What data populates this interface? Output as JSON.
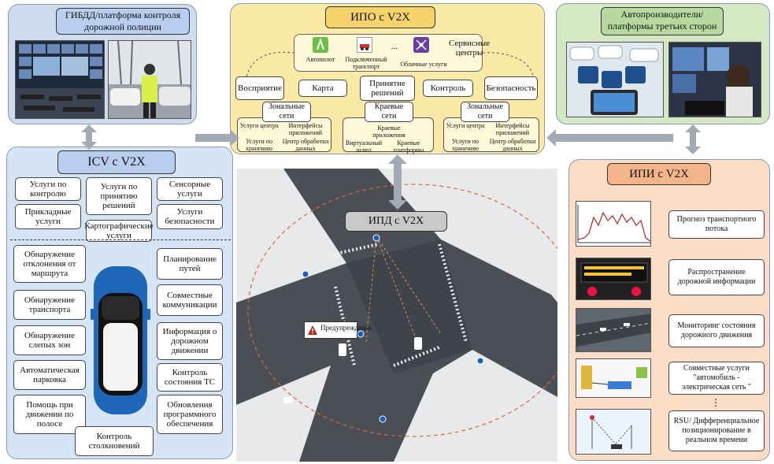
{
  "traffic_police": {
    "title": "ГИБДД/платформа контроля дорожной полиции"
  },
  "ipo": {
    "title": "ИПО с V2X",
    "service_centers": "Сервисные центры",
    "apps": [
      "Автопилот",
      "Подключенный транспорт",
      "...",
      "Облачные услуги"
    ],
    "layer": [
      "Восприятие",
      "Карта",
      "Принятие решений",
      "Контроль",
      "Безопасность"
    ],
    "zonal_left": {
      "title": "Зональные сети",
      "items": [
        "Услуги центра",
        "Интерфейсы приложений",
        "Услуги по хранению",
        "Центр обработки данных"
      ]
    },
    "edge": {
      "title": "Краевые сети",
      "items": [
        "Краевые приложения",
        "Виртуальный шлюз",
        "Краевые платформы"
      ]
    },
    "zonal_right": {
      "title": "Зональные сети",
      "items": [
        "Услуги центра",
        "Интерфейсы приложений",
        "Услуги по хранению",
        "Центр обработки данных"
      ]
    }
  },
  "oem": {
    "title": "Автопроизводители/платформы третьих сторон"
  },
  "icv": {
    "title": "ICV с V2X",
    "top": [
      "Услуги по контролю",
      "Услуги по принятию решений",
      "Сенсорные услуги",
      "Прикладные услуги",
      "Услуги безопасности",
      "Картографические услуги"
    ],
    "left": [
      "Обнаружение отклонения от маршрута",
      "Обнаружение транспорта",
      "Обнаружение слепых зон",
      "Автоматическая парковка",
      "Помощь при движении по полосе"
    ],
    "right": [
      "Планирование путей",
      "Совместные коммуникации",
      "Информация о дорожном движении",
      "Контроль состояния ТС",
      "Обновления программного обеспечения"
    ],
    "bottom": "Контроль столкновений"
  },
  "ipd": {
    "title": "ИПД с V2X",
    "warning": "Предупреждение"
  },
  "ipi": {
    "title": "ИПИ с V2X",
    "items": [
      "Прогноз транспортного потока",
      "Распространение дорожной информации",
      "Мониторинг состояния дорожного движения",
      "Совместные услуги \"автомобиль - электрическая сеть \"",
      "RSU/ Дифференциальное позиционирование в реальном времени"
    ],
    "ellipsis": "⋮"
  },
  "colors": {
    "police_bg": "#cfdcf0",
    "ipo_bg": "#fbe9a6",
    "oem_bg": "#d4e8c4",
    "icv_bg": "#d5e5f5",
    "ipi_bg": "#fbdcc4",
    "title_blue": "#b9cdef",
    "title_yellow": "#f6d26a",
    "title_green": "#b7d9a0",
    "title_orange": "#f4b48a",
    "title_gray": "#c9c9c9"
  }
}
